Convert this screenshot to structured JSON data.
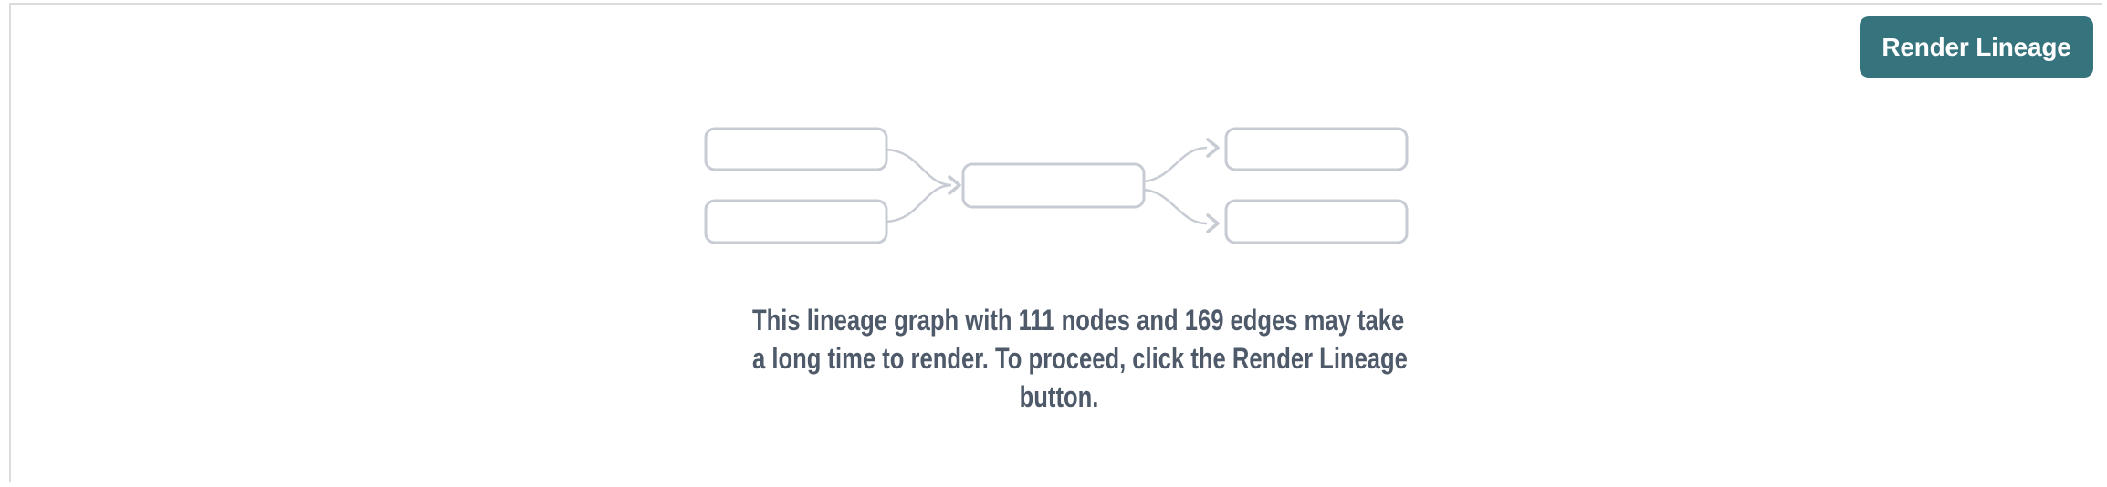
{
  "header": {
    "render_button_label": "Render Lineage"
  },
  "empty_state": {
    "message_lines": [
      "This lineage graph with 111 nodes and 169 edges may take",
      "a long time to render. To proceed, click the Render Lineage",
      "button."
    ],
    "node_count": "111",
    "edge_count": "169"
  },
  "illustration": {
    "description": "placeholder lineage graph: two source nodes feeding one middle node feeding two target nodes, connected by curved arrows"
  },
  "colors": {
    "accent_teal": "#36747D",
    "button_text": "#FFFFFF",
    "message_text": "#4E5A69",
    "graph_gray": "#C7CBD3",
    "border_gray": "#DADBDD"
  }
}
